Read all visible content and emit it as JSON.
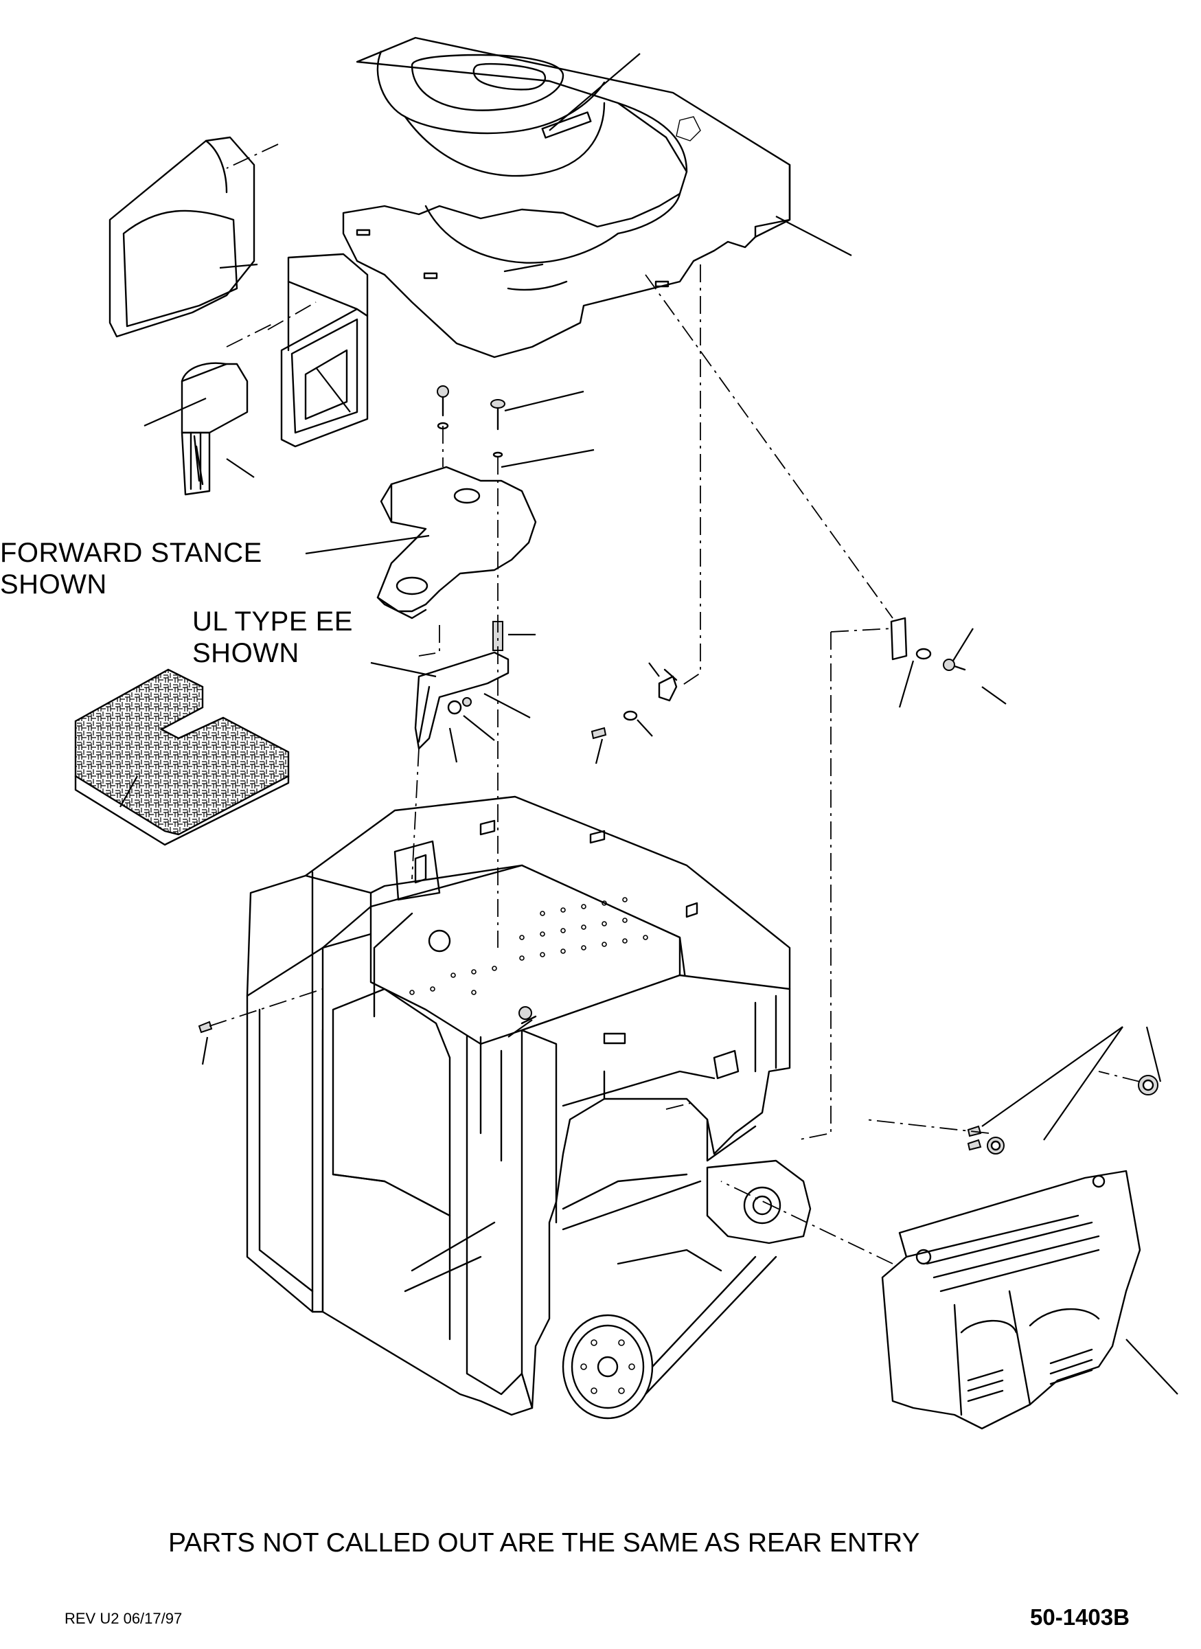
{
  "labels": {
    "forward_stance": [
      "FORWARD STANCE",
      "SHOWN"
    ],
    "ul_type": [
      "UL TYPE EE",
      "SHOWN"
    ]
  },
  "footer": {
    "note": "PARTS NOT CALLED OUT ARE THE SAME AS REAR ENTRY",
    "revision": "REV U2 06/17/97",
    "part_number": "50-1403B"
  }
}
